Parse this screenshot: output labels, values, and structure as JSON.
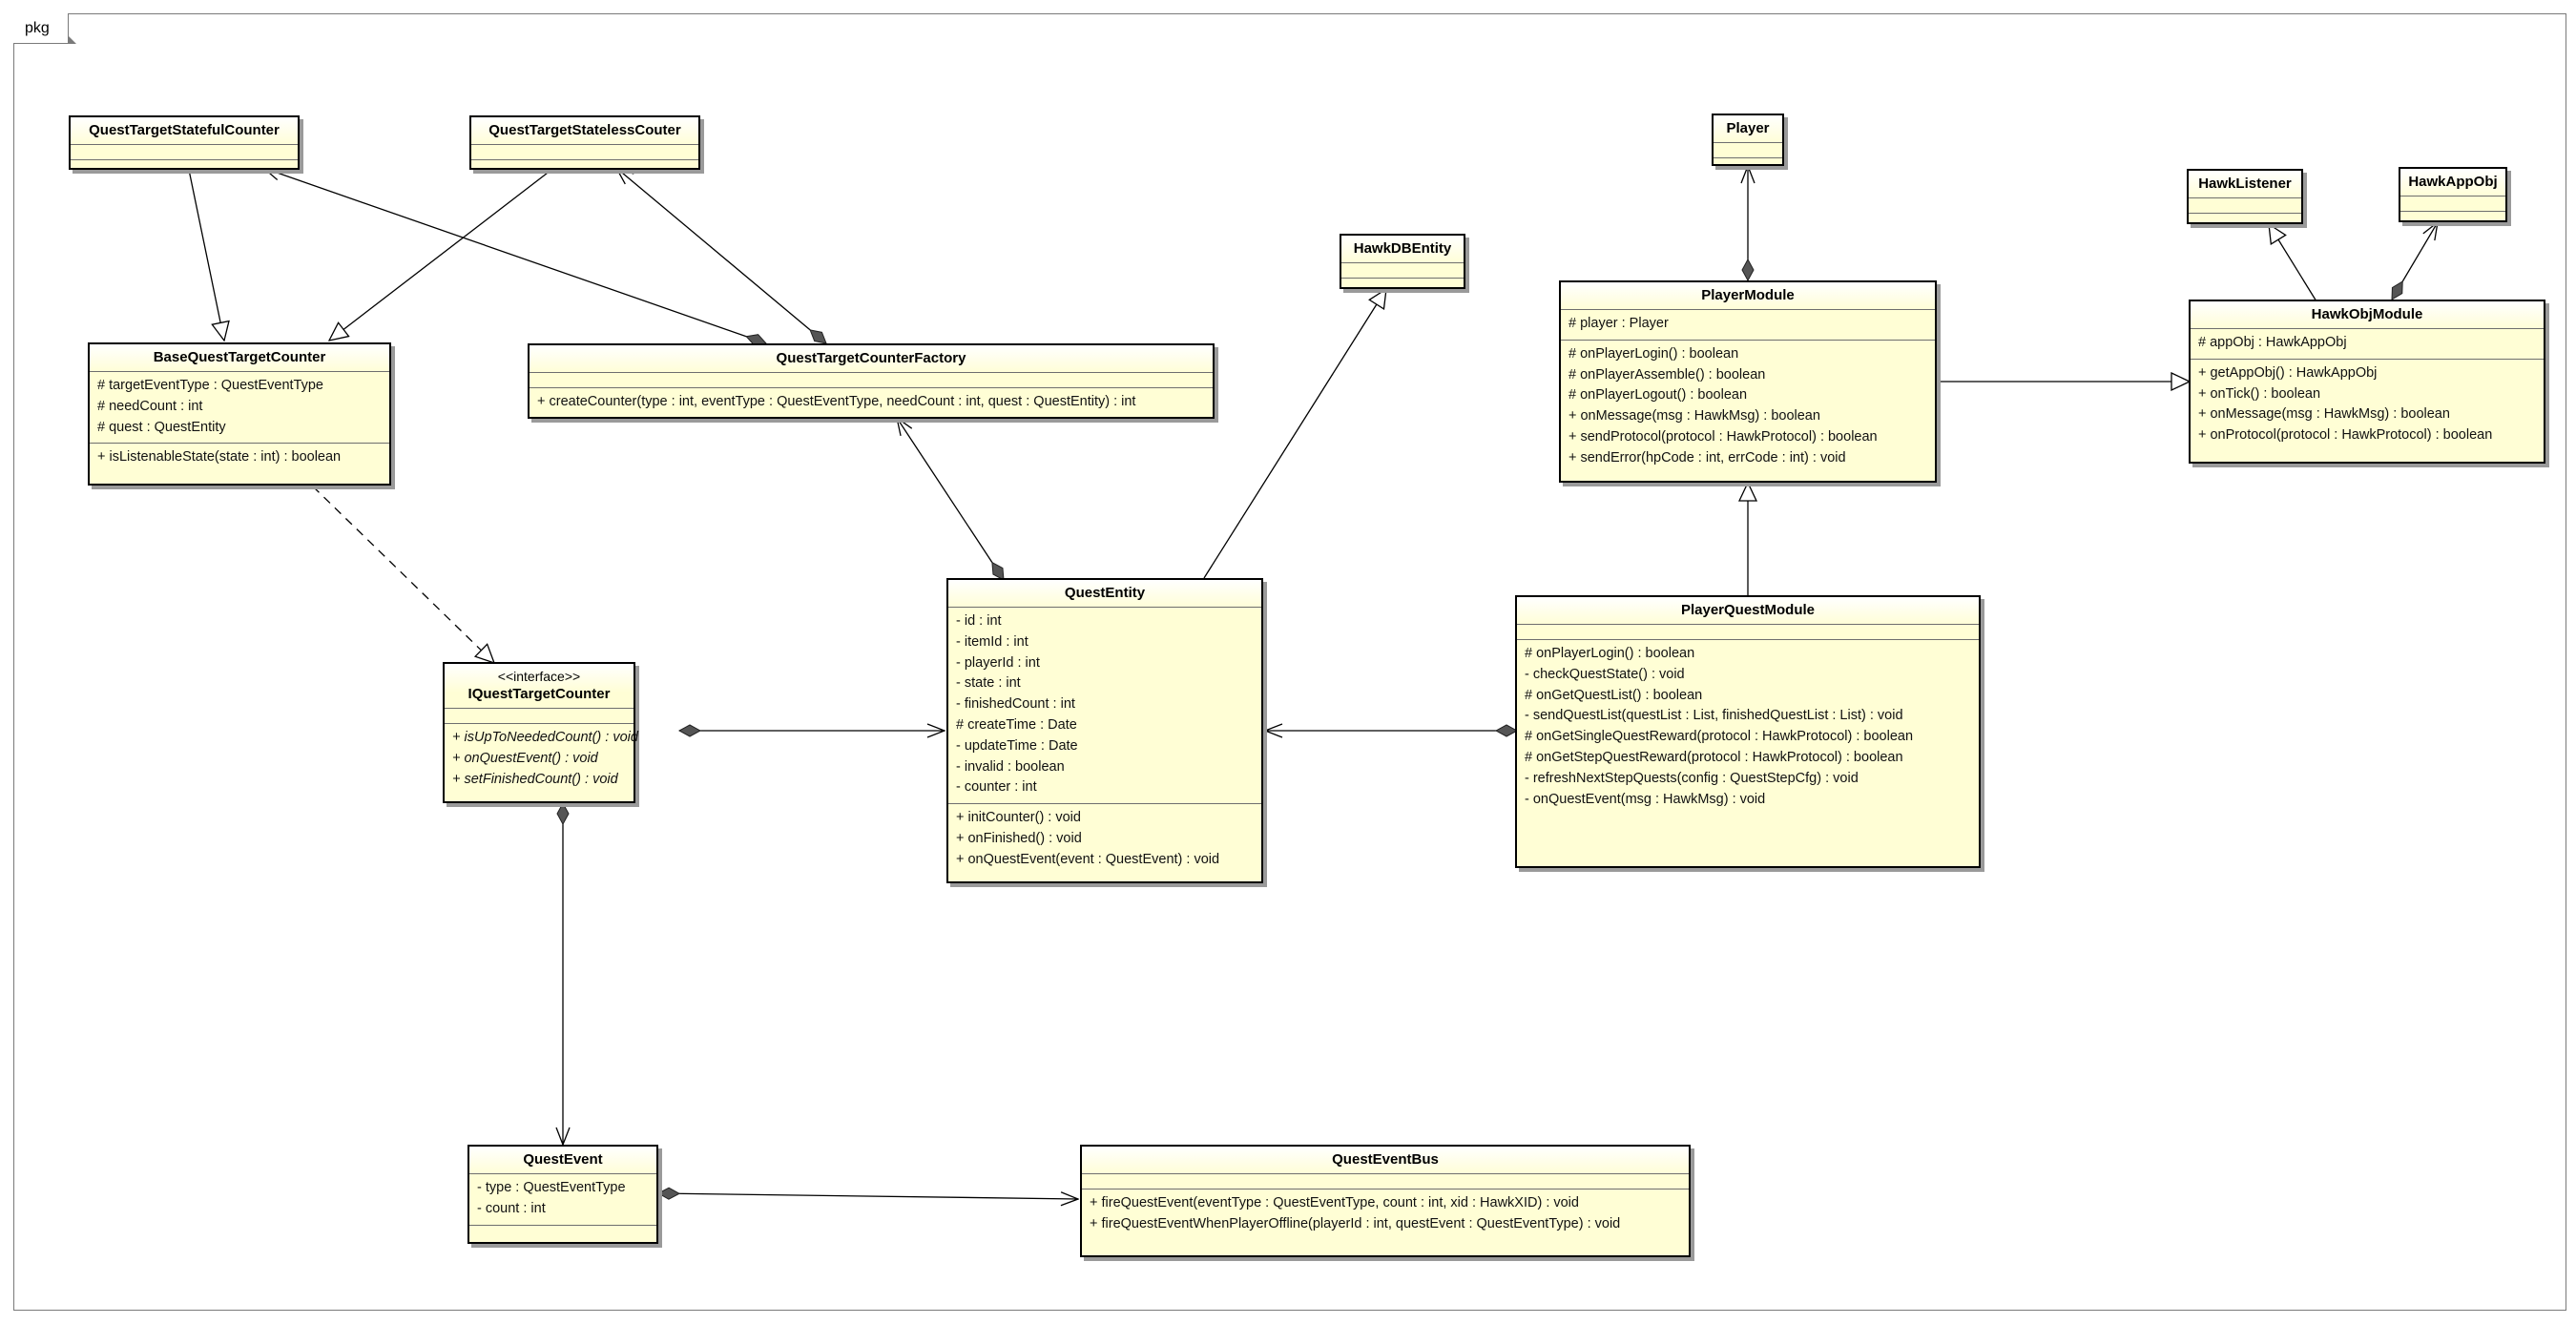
{
  "package": {
    "label": "pkg"
  },
  "classes": {
    "stateful": {
      "name": "QuestTargetStatefulCounter",
      "attributes": [],
      "operations": []
    },
    "stateless": {
      "name": "QuestTargetStatelessCouter",
      "attributes": [],
      "operations": []
    },
    "base": {
      "name": "BaseQuestTargetCounter",
      "attributes": [
        "# targetEventType : QuestEventType",
        "# needCount : int",
        "# quest : QuestEntity"
      ],
      "operations": [
        "+ isListenableState(state : int) : boolean"
      ]
    },
    "factory": {
      "name": "QuestTargetCounterFactory",
      "attributes": [],
      "operations": [
        "+ createCounter(type : int, eventType : QuestEventType, needCount : int, quest : QuestEntity) : int"
      ]
    },
    "iface": {
      "stereotype": "<<interface>>",
      "name": "IQuestTargetCounter",
      "attributes": [],
      "operations": [
        "+ isUpToNeededCount() : void",
        "+ onQuestEvent() : void",
        "+ setFinishedCount() : void"
      ]
    },
    "entity": {
      "name": "QuestEntity",
      "attributes": [
        "- id : int",
        "- itemId : int",
        "- playerId : int",
        "- state : int",
        "- finishedCount : int",
        "# createTime : Date",
        "- updateTime : Date",
        "- invalid : boolean",
        "- counter : int"
      ],
      "operations": [
        "+ initCounter() : void",
        "+ onFinished() : void",
        "+ onQuestEvent(event : QuestEvent) : void"
      ]
    },
    "dbentity": {
      "name": "HawkDBEntity",
      "attributes": [],
      "operations": []
    },
    "player": {
      "name": "Player",
      "attributes": [],
      "operations": []
    },
    "playermodule": {
      "name": "PlayerModule",
      "attributes": [
        "# player : Player"
      ],
      "operations": [
        "# onPlayerLogin() : boolean",
        "# onPlayerAssemble() : boolean",
        "# onPlayerLogout() : boolean",
        "+ onMessage(msg : HawkMsg) : boolean",
        "+ sendProtocol(protocol : HawkProtocol) : boolean",
        "+ sendError(hpCode : int, errCode : int) : void"
      ]
    },
    "listener": {
      "name": "HawkListener",
      "attributes": [],
      "operations": []
    },
    "appobj": {
      "name": "HawkAppObj",
      "attributes": [],
      "operations": []
    },
    "objmodule": {
      "name": "HawkObjModule",
      "attributes": [
        "# appObj : HawkAppObj"
      ],
      "operations": [
        "+ getAppObj() : HawkAppObj",
        "+ onTick() : boolean",
        "+ onMessage(msg : HawkMsg) : boolean",
        "+ onProtocol(protocol : HawkProtocol) : boolean"
      ]
    },
    "pqm": {
      "name": "PlayerQuestModule",
      "attributes": [],
      "operations": [
        "# onPlayerLogin() : boolean",
        "- checkQuestState() : void",
        "# onGetQuestList() : boolean",
        "- sendQuestList(questList : List, finishedQuestList : List) : void",
        "# onGetSingleQuestReward(protocol : HawkProtocol) : boolean",
        "# onGetStepQuestReward(protocol : HawkProtocol) : boolean",
        "- refreshNextStepQuests(config : QuestStepCfg) : void",
        "- onQuestEvent(msg : HawkMsg) : void"
      ]
    },
    "event": {
      "name": "QuestEvent",
      "attributes": [
        "- type : QuestEventType",
        "- count : int"
      ],
      "operations": []
    },
    "bus": {
      "name": "QuestEventBus",
      "attributes": [],
      "operations": [
        "+ fireQuestEvent(eventType : QuestEventType, count : int, xid : HawkXID) : void",
        "+ fireQuestEventWhenPlayerOffline(playerId : int, questEvent : QuestEventType) : void"
      ]
    }
  }
}
